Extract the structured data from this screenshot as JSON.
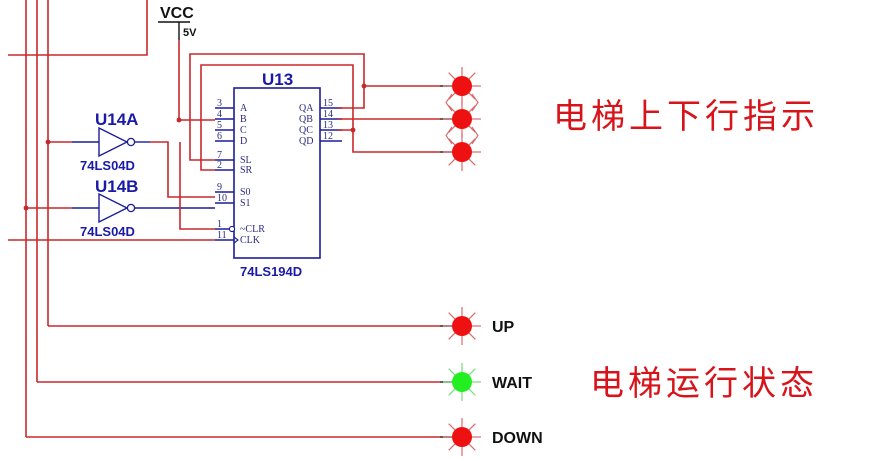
{
  "power": {
    "label": "VCC",
    "voltage": "5V"
  },
  "register": {
    "ref": "U13",
    "part": "74LS194D",
    "left_pins": [
      {
        "num": "3",
        "name": "A"
      },
      {
        "num": "4",
        "name": "B"
      },
      {
        "num": "5",
        "name": "C"
      },
      {
        "num": "6",
        "name": "D"
      },
      {
        "num": "7",
        "name": "SL"
      },
      {
        "num": "2",
        "name": "SR"
      },
      {
        "num": "9",
        "name": "S0"
      },
      {
        "num": "10",
        "name": "S1"
      },
      {
        "num": "1",
        "name": "~CLR"
      },
      {
        "num": "11",
        "name": "CLK"
      }
    ],
    "right_pins": [
      {
        "num": "15",
        "name": "QA"
      },
      {
        "num": "14",
        "name": "QB"
      },
      {
        "num": "13",
        "name": "QC"
      },
      {
        "num": "12",
        "name": "QD"
      }
    ]
  },
  "inverters": [
    {
      "ref": "U14A",
      "part": "74LS04D"
    },
    {
      "ref": "U14B",
      "part": "74LS04D"
    }
  ],
  "direction_leds": [
    {
      "state": "on",
      "color": "#ee1111"
    },
    {
      "state": "on",
      "color": "#ee1111"
    },
    {
      "state": "on",
      "color": "#ee1111"
    }
  ],
  "status_leds": [
    {
      "label": "UP",
      "state": "on",
      "color": "#ee1111"
    },
    {
      "label": "WAIT",
      "state": "on",
      "color": "#22ee22"
    },
    {
      "label": "DOWN",
      "state": "on",
      "color": "#ee1111"
    }
  ],
  "annotations": {
    "direction": "电梯上下行指示",
    "status": "电梯运行状态"
  },
  "colors": {
    "wire": "#c8282c",
    "component": "#1c1c9a",
    "annotation": "#d7141a"
  }
}
